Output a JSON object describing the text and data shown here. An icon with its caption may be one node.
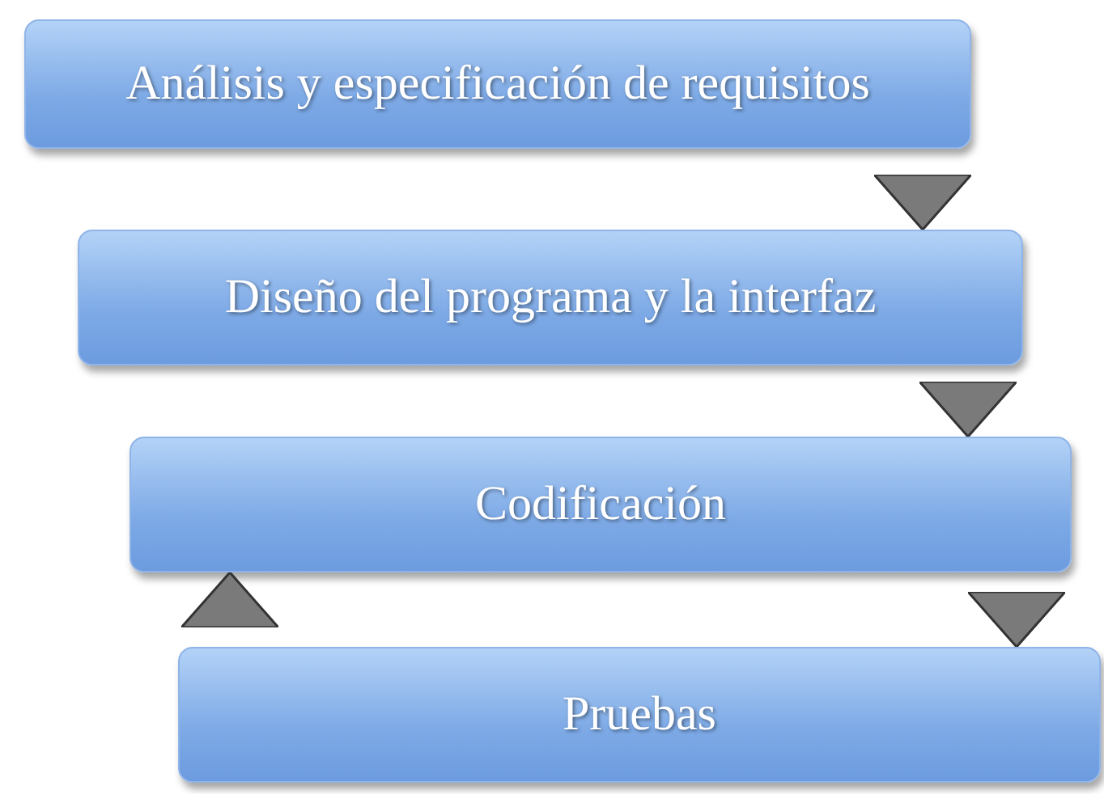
{
  "diagram": {
    "nodes": [
      {
        "text": [
          "Análisis y especificación de requisitos"
        ]
      },
      {
        "text": [
          "Diseño del programa y la interfaz"
        ]
      },
      {
        "text": [
          "Codificación"
        ]
      },
      {
        "text": [
          "Pruebas"
        ]
      }
    ],
    "edges": [
      {
        "from": 0,
        "to": 1,
        "arrow": "to"
      },
      {
        "from": 1,
        "to": 2,
        "arrow": "to"
      },
      {
        "from": 2,
        "to": 3,
        "arrow": "to"
      },
      {
        "from": 3,
        "to": 2,
        "arrow": "to"
      }
    ]
  }
}
